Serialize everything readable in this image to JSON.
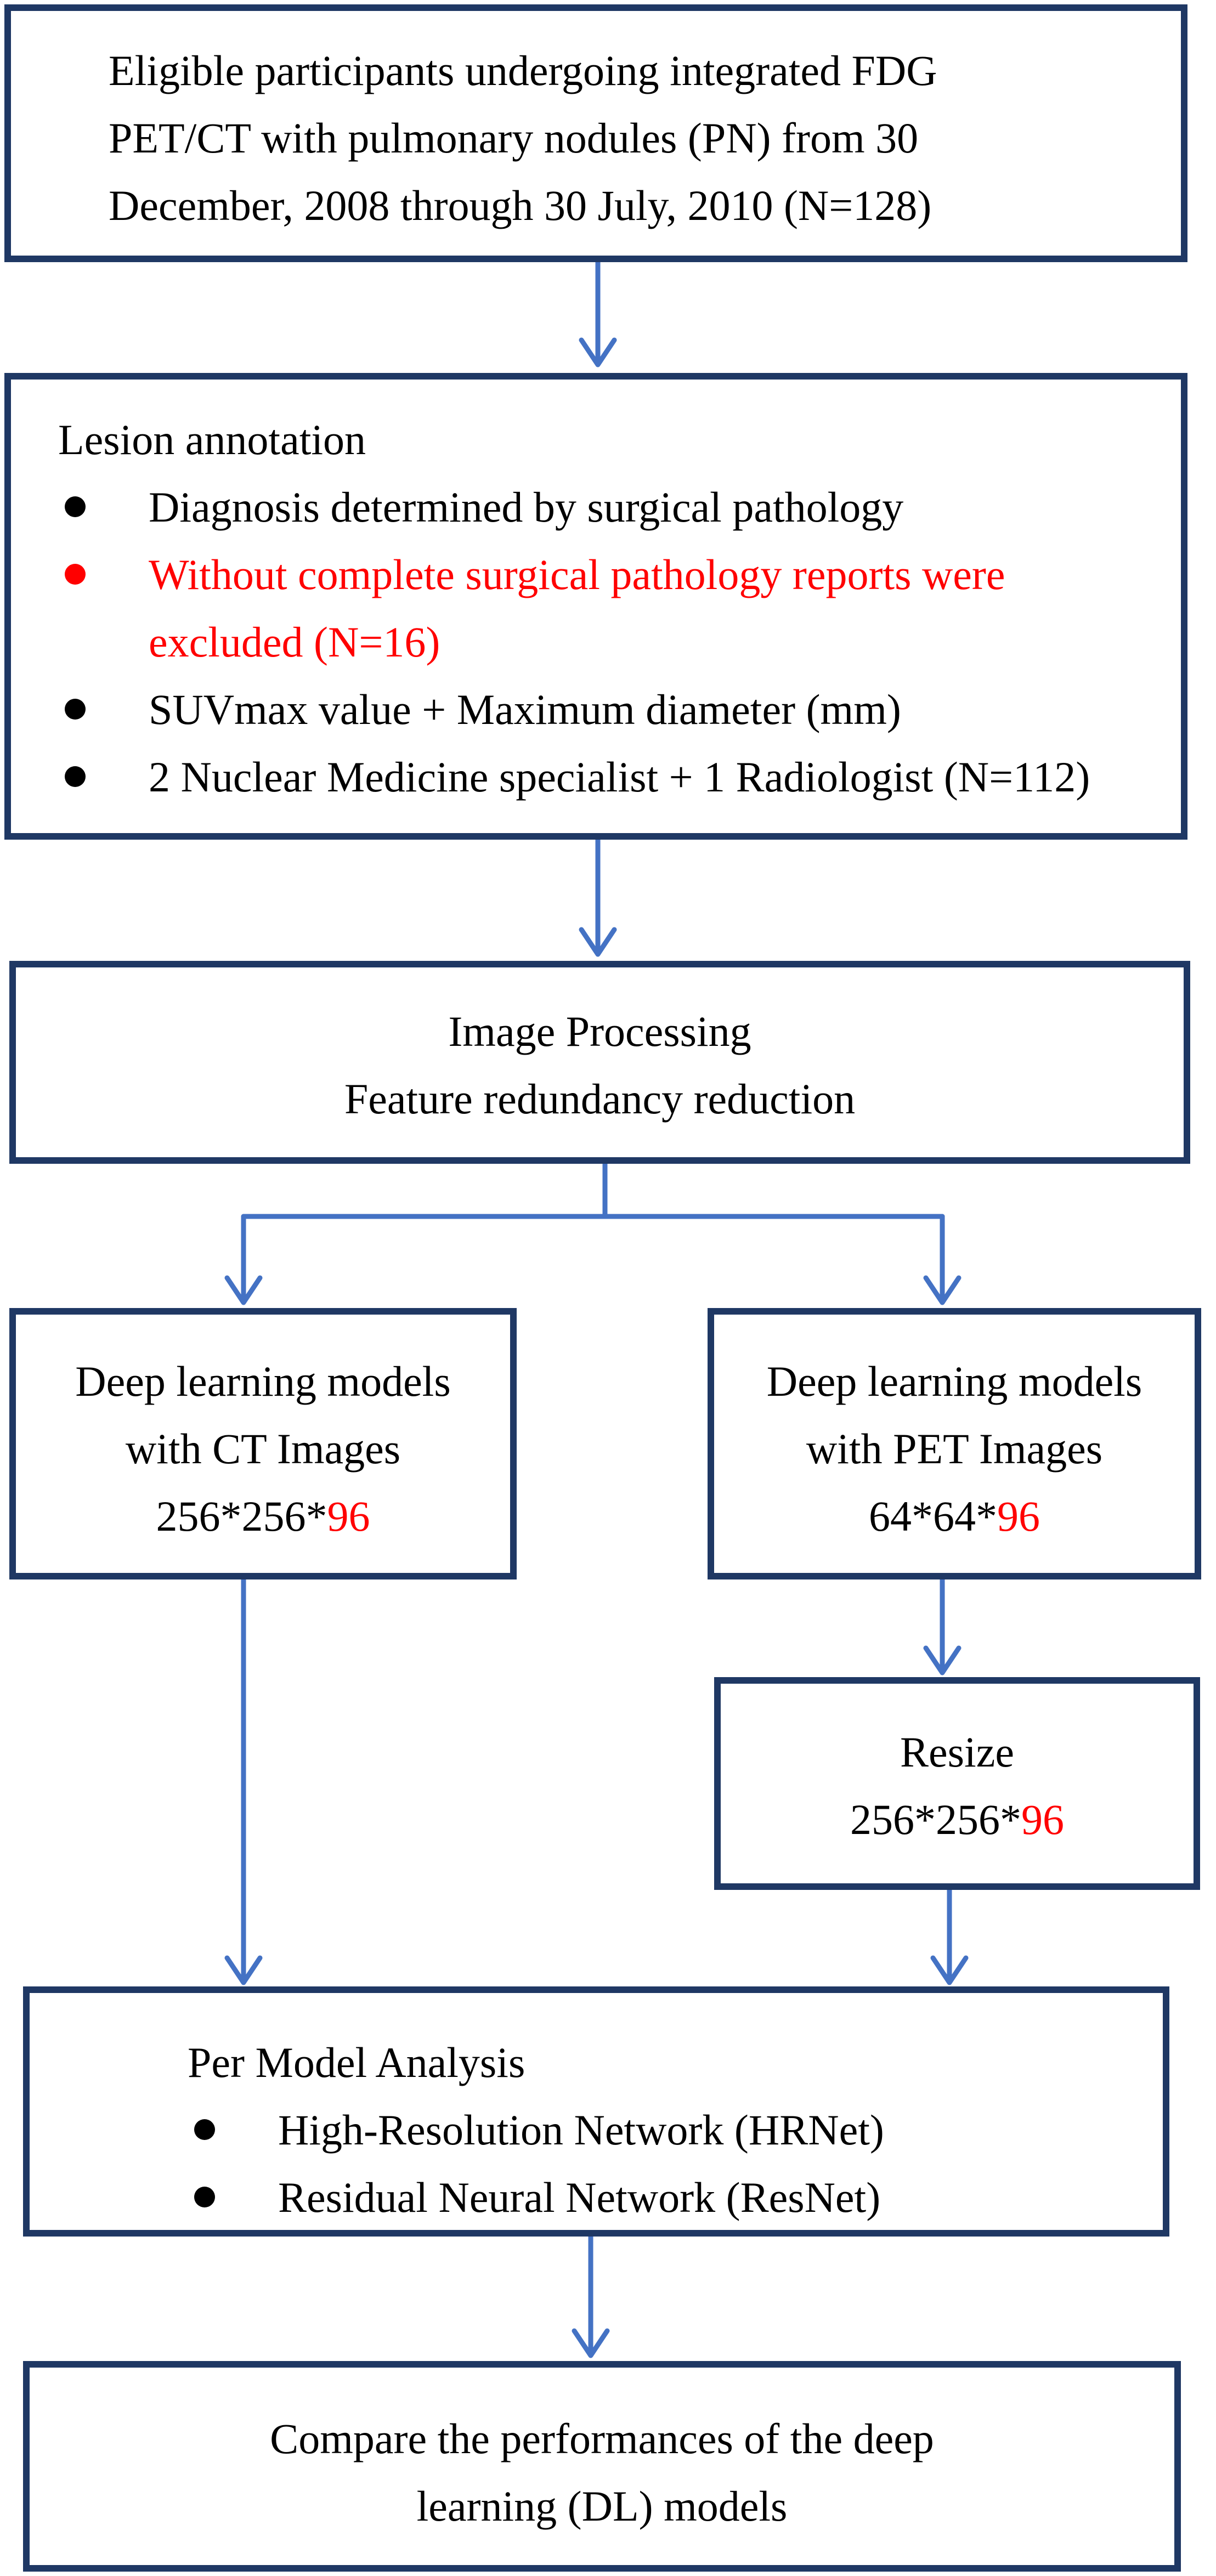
{
  "boxes": {
    "eligibility": {
      "lines": [
        "Eligible participants undergoing integrated FDG",
        "PET/CT with pulmonary nodules (PN) from 30",
        "December, 2008 through 30 July, 2010 (N=128)"
      ]
    },
    "lesion_annotation": {
      "heading": "Lesion annotation",
      "bullets": [
        {
          "text": "Diagnosis determined by surgical pathology",
          "color": "#000000"
        },
        {
          "text": "Without complete surgical pathology reports were",
          "text2": "excluded (N=16)",
          "color": "#ff0000"
        },
        {
          "text": "SUVmax value + Maximum diameter (mm)",
          "color": "#000000"
        },
        {
          "text": "2 Nuclear Medicine specialist + 1 Radiologist (N=112)",
          "color": "#000000"
        }
      ]
    },
    "image_processing": {
      "line1": "Image Processing",
      "line2": "Feature redundancy reduction"
    },
    "ct_models": {
      "line1": "Deep learning models",
      "line2": "with CT Images",
      "dims_prefix": "256*256*",
      "dims_highlight": "96"
    },
    "pet_models": {
      "line1": "Deep learning models",
      "line2": "with PET Images",
      "dims_prefix": "64*64*",
      "dims_highlight": "96"
    },
    "resize": {
      "line1": "Resize",
      "dims_prefix": "256*256*",
      "dims_highlight": "96"
    },
    "model_analysis": {
      "heading": "Per Model Analysis",
      "bullets": [
        "High-Resolution Network (HRNet)",
        "Residual Neural Network (ResNet)"
      ]
    },
    "compare": {
      "line1": "Compare the performances of the deep",
      "line2": "learning (DL) models"
    }
  },
  "colors": {
    "border": "#1f3864",
    "arrow": "#4472c4",
    "highlight": "#ff0000",
    "text": "#000000"
  }
}
